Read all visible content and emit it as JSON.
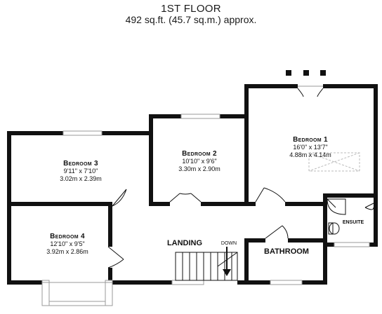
{
  "header": {
    "title": "1ST FLOOR",
    "area": "492 sq.ft. (45.7 sq.m.) approx."
  },
  "rooms": {
    "bedroom1": {
      "name": "Bedroom 1",
      "imperial": "16'0\" x 13'7\"",
      "metric": "4.88m x 4.14m"
    },
    "bedroom2": {
      "name": "Bedroom 2",
      "imperial": "10'10\" x 9'6\"",
      "metric": "3.30m x 2.90m"
    },
    "bedroom3": {
      "name": "Bedroom 3",
      "imperial": "9'11\" x 7'10\"",
      "metric": "3.02m x 2.39m"
    },
    "bedroom4": {
      "name": "Bedroom 4",
      "imperial": "12'10\" x 9'5\"",
      "metric": "3.92m x 2.86m"
    },
    "landing": {
      "name": "LANDING"
    },
    "bathroom": {
      "name": "BATHROOM"
    },
    "ensuite": {
      "name": "ENSUITE"
    }
  },
  "stairs": {
    "label": "DOWN"
  },
  "colors": {
    "wall": "#111111",
    "window": "#9a9a9a",
    "skylight": "#bbbbbb",
    "background": "#ffffff"
  }
}
